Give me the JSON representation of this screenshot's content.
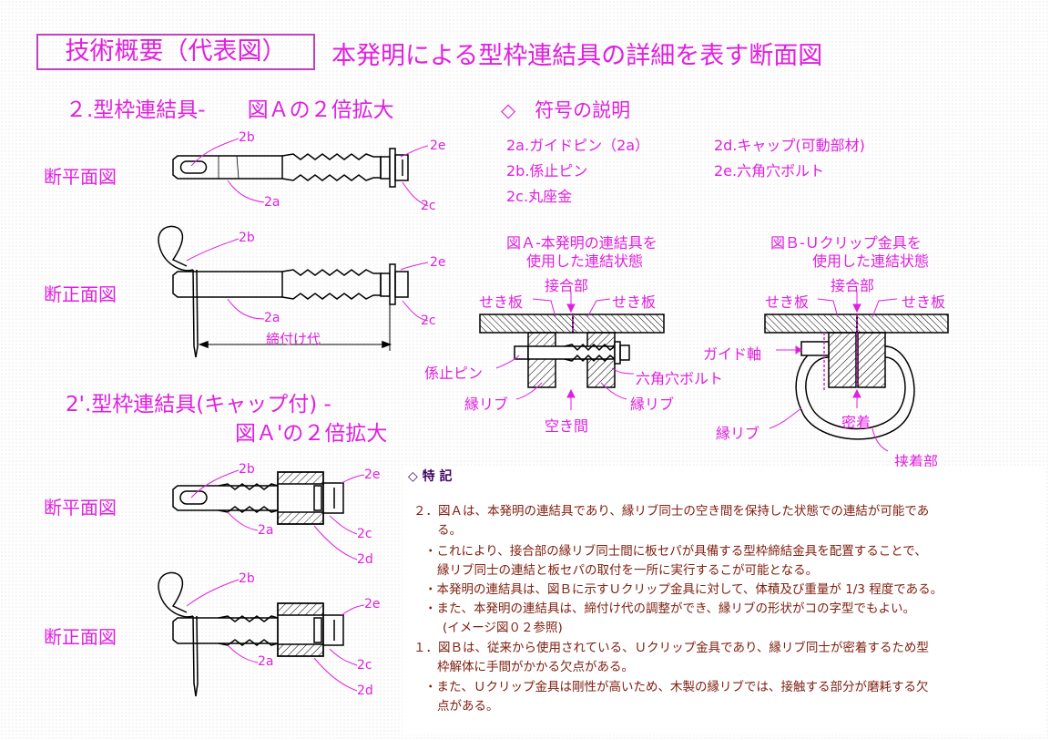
{
  "title_box": "技術概要（代表図）",
  "title_main": "本発明による型枠連結具の詳細を表す断面図",
  "section2_title": "２.型枠連結具-　　図Ａの２倍拡大",
  "section2b_title_line1": "2'.型枠連結具(キャップ付) -",
  "section2b_title_line2": "図Ａ'の２倍拡大",
  "views": {
    "plan": "断平面図",
    "front": "断正面図"
  },
  "legend": {
    "title": "◇　符号の説明",
    "items": [
      "2a.ガイドピン（2a）",
      "2b.係止ピン",
      "2c.丸座金",
      "2d.キャップ(可動部材)",
      "2e.六角穴ボルト"
    ]
  },
  "labels": {
    "l2a": "2a",
    "l2b": "2b",
    "l2c": "2c",
    "l2d": "2d",
    "l2e": "2e",
    "tightening_allowance": "締付け代"
  },
  "figA": {
    "title_line1": "図Ａ-本発明の連結具を",
    "title_line2": "使用した連結状態",
    "joint": "接合部",
    "board_left": "せき板",
    "board_right": "せき板",
    "lock_pin": "係止ピン",
    "hex_bolt": "六角穴ボルト",
    "rib_left": "縁リブ",
    "rib_right": "縁リブ",
    "gap": "空き間"
  },
  "figB": {
    "title_line1": "図Ｂ-Ｕクリップ金具を",
    "title_line2": "使用した連結状態",
    "joint": "接合部",
    "board_left": "せき板",
    "board_right": "せき板",
    "guide_shaft": "ガイド軸",
    "contact": "密着",
    "rib": "縁リブ",
    "clamp": "挟着部"
  },
  "notes": {
    "header": "◇ 特 記",
    "lines": [
      "２．図Ａは、本発明の連結具であり、縁リブ同士の空き間を保持した状態での連結が可能であ",
      "る。",
      "・これにより、接合部の縁リブ同士間に板セパが具備する型枠締結金具を配置することで、",
      "縁リブ同士の連結と板セパの取付を一所に実行するこが可能となる。",
      "・本発明の連結具は、図Ｂに示すＵクリップ金具に対して、体積及び重量が 1/3 程度である。",
      "・また、本発明の連結具は、締付け代の調整ができ、縁リブの形状がコの字型でもよい。",
      "(イメージ図０２参照)",
      "１．図Ｂは、従来から使用されている、Ｕクリップ金具であり、縁リブ同士が密着するため型",
      "枠解体に手間がかかる欠点がある。",
      "・また、Ｕクリップ金具は剛性が高いため、木製の縁リブでは、接触する部分が磨耗する欠",
      "点がある。"
    ]
  },
  "colors": {
    "accent": "#e020e0",
    "title_border": "#c040c0",
    "note_text": "#802010",
    "note_header": "#400060"
  }
}
